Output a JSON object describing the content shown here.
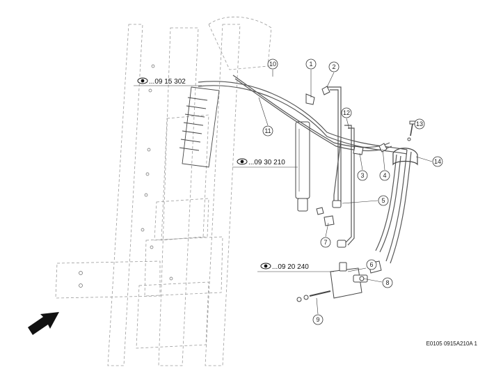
{
  "references": [
    {
      "id": "ref-1",
      "text": "...09 15 302"
    },
    {
      "id": "ref-2",
      "text": "...09 30 210"
    },
    {
      "id": "ref-3",
      "text": "...09 20 240"
    }
  ],
  "callouts": [
    "1",
    "2",
    "3",
    "4",
    "5",
    "6",
    "7",
    "8",
    "9",
    "10",
    "11",
    "12",
    "13",
    "14"
  ],
  "footer_code": "E0105 0915A210A 1",
  "colors": {
    "line": "#444444",
    "frame": "#9a9a9a",
    "hose": "#555555"
  },
  "icons": {
    "reference": "eye-icon",
    "direction": "arrow-icon"
  }
}
